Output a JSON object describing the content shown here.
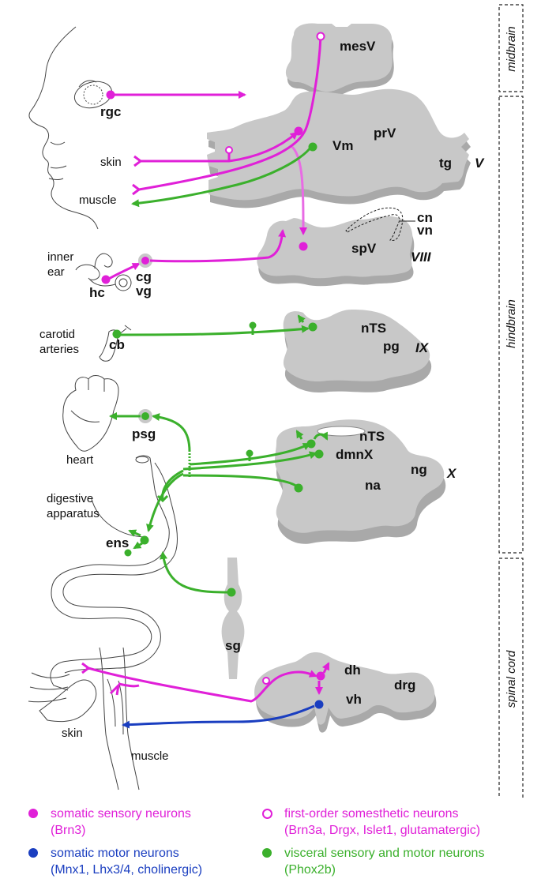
{
  "colors": {
    "somatic_sensory": "#e020d8",
    "somatic_motor": "#1a3ec0",
    "visceral": "#3bb02c",
    "tissue": "#c8c8c8"
  },
  "regions": {
    "midbrain": "midbrain",
    "hindbrain": "hindbrain",
    "spinal_cord": "spinal cord"
  },
  "sections": {
    "mesV": "mesV",
    "prV": "prV",
    "Vm": "Vm",
    "tg": "tg",
    "V": "V",
    "cn": "cn",
    "vn": "vn",
    "spV": "spV",
    "VIII": "VIII",
    "nTS_ix": "nTS",
    "pg": "pg",
    "IX": "IX",
    "nTS_x": "nTS",
    "dmnX": "dmnX",
    "ng": "ng",
    "X": "X",
    "na": "na",
    "dh": "dh",
    "drg": "drg",
    "vh": "vh",
    "sg": "sg"
  },
  "periphery": {
    "rgc": "rgc",
    "skin_face": "skin",
    "muscle_face": "muscle",
    "inner": "inner",
    "ear": "ear",
    "hc": "hc",
    "cg": "cg",
    "vg": "vg",
    "carotid": "carotid",
    "arteries": "arteries",
    "cb": "cb",
    "psg": "psg",
    "heart": "heart",
    "digestive": "digestive",
    "apparatus": "apparatus",
    "ens": "ens",
    "skin_limb": "skin",
    "muscle_limb": "muscle"
  },
  "legend": {
    "somatic_sensory_label": "somatic sensory neurons",
    "somatic_sensory_markers": "(Brn3)",
    "first_order_label": "first-order somesthetic neurons",
    "first_order_markers": "(Brn3a, Drgx, Islet1, glutamatergic)",
    "somatic_motor_label": "somatic motor neurons",
    "somatic_motor_markers": "(Mnx1, Lhx3/4, cholinergic)",
    "visceral_label": "visceral sensory and motor neurons",
    "visceral_markers": "(Phox2b)"
  }
}
